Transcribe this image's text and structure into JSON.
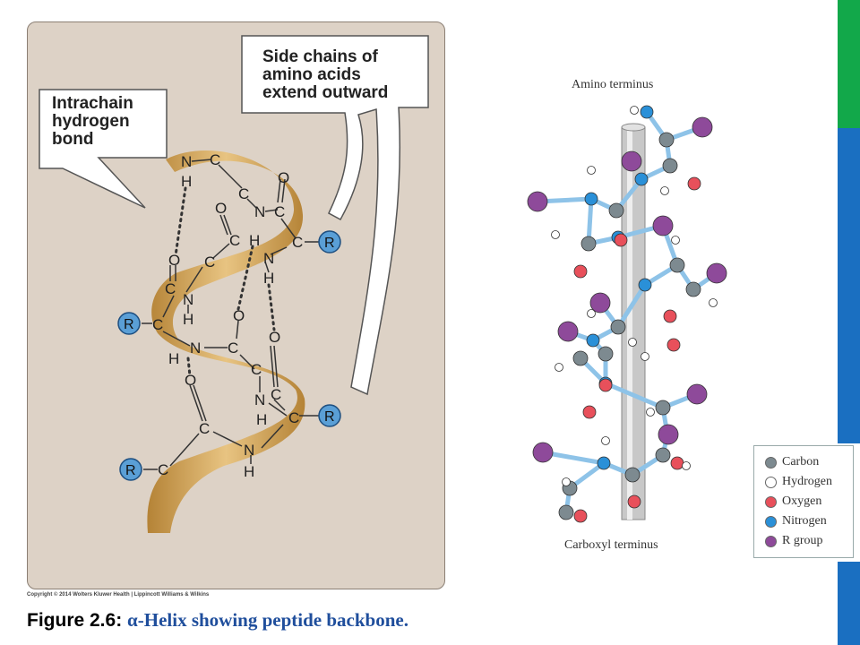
{
  "panel": {
    "callout_intrachain": "Intrachain hydrogen bond",
    "callout_sidechains": "Side chains of amino acids extend outward",
    "copyright": "Copyright © 2014 Wolters Kluwer Health | Lippincott Williams & Wilkins",
    "atoms": {
      "n": "N",
      "c": "C",
      "h": "H",
      "o": "O",
      "r": "R"
    }
  },
  "model": {
    "top_label": "Amino  terminus",
    "bottom_label": "Carboxyl terminus"
  },
  "legend": {
    "items": [
      {
        "label": "Carbon",
        "color": "#7d8a90"
      },
      {
        "label": "Hydrogen",
        "color": "#ffffff"
      },
      {
        "label": "Oxygen",
        "color": "#e8505b"
      },
      {
        "label": "Nitrogen",
        "color": "#2a90d8"
      },
      {
        "label": "R group",
        "color": "#8e4a9a"
      }
    ]
  },
  "caption": {
    "label": "Figure 2.6:",
    "text": "α-Helix showing peptide backbone."
  },
  "colors": {
    "ribbon": "#c9963f",
    "panel_bg": "#ddd2c6",
    "r_circle": "#5a9fd6",
    "accent_green": "#12a84a",
    "accent_blue": "#1a6fc1"
  }
}
